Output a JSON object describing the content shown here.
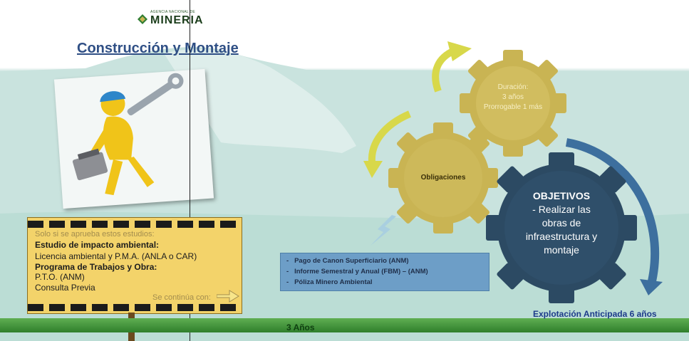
{
  "logo": {
    "agency": "AGENCIA NACIONAL DE",
    "name": "MINERIA"
  },
  "title": "Construcción y Montaje",
  "sign": {
    "faded_top": "Solo si se aprueba estos estudios:",
    "lines": [
      {
        "text": "Estudio de impacto ambiental:",
        "bold": true
      },
      {
        "text": "Licencia ambiental y P.M.A. (ANLA o CAR)",
        "bold": false
      },
      {
        "text": "Programa de Trabajos y Obra:",
        "bold": true
      },
      {
        "text": "P.T.O. (ANM)",
        "bold": false
      },
      {
        "text": "Consulta Previa",
        "bold": false
      }
    ],
    "faded_bottom": "Se continúa con:"
  },
  "obligations_box": {
    "items": [
      "Pago de Canon Superficiario (ANM)",
      "Informe Semestral y Anual (FBM) – (ANM)",
      "Póliza Minero Ambiental"
    ]
  },
  "gears": {
    "duration": {
      "title": "Duración:",
      "line1": "3 años",
      "line2": "Prorrogable 1 más"
    },
    "obligations": {
      "label": "Obligaciones"
    },
    "objectives": {
      "title": "OBJETIVOS",
      "line1": "- Realizar las",
      "line2": "obras de",
      "line3": "infraestructura y",
      "line4": "montaje"
    }
  },
  "timeline": {
    "label": "3 Años",
    "right_label": "Explotación Anticipada 6 años"
  },
  "colors": {
    "title": "#2f4f85",
    "gear_gold": "#c9b453",
    "gear_navy": "#2c4a63",
    "arrow_blue": "#3d6f9e",
    "arrow_yellow": "#d8d84a",
    "timeline_green": "#3f8f35",
    "sign_yellow": "#f3d36a"
  }
}
